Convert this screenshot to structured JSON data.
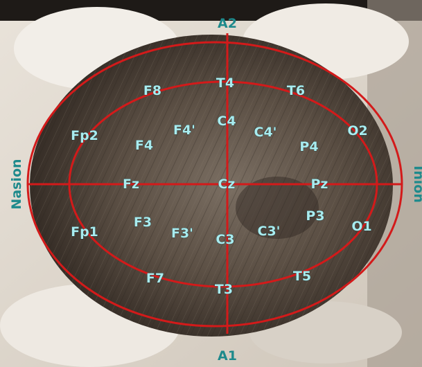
{
  "colors": {
    "lines": "#d31a1a",
    "electrode_labels": "#a9ecef",
    "edge_labels": "#1e8a8c"
  },
  "edge_labels": {
    "top": "A2",
    "bottom": "A1",
    "left": "Nasion",
    "right": "Inion"
  },
  "electrodes": {
    "t4": "T4",
    "f8": "F8",
    "t6": "T6",
    "c4": "C4",
    "f4p": "F4'",
    "c4p": "C4'",
    "fp2": "Fp2",
    "f4": "F4",
    "p4": "P4",
    "o2": "O2",
    "fz": "Fz",
    "cz": "Cz",
    "pz": "Pz",
    "p3": "P3",
    "f3": "F3",
    "fp1": "Fp1",
    "o1": "O1",
    "f3p": "F3'",
    "c3p": "C3'",
    "c3": "C3",
    "f7": "F7",
    "t5": "T5",
    "t3": "T3"
  }
}
